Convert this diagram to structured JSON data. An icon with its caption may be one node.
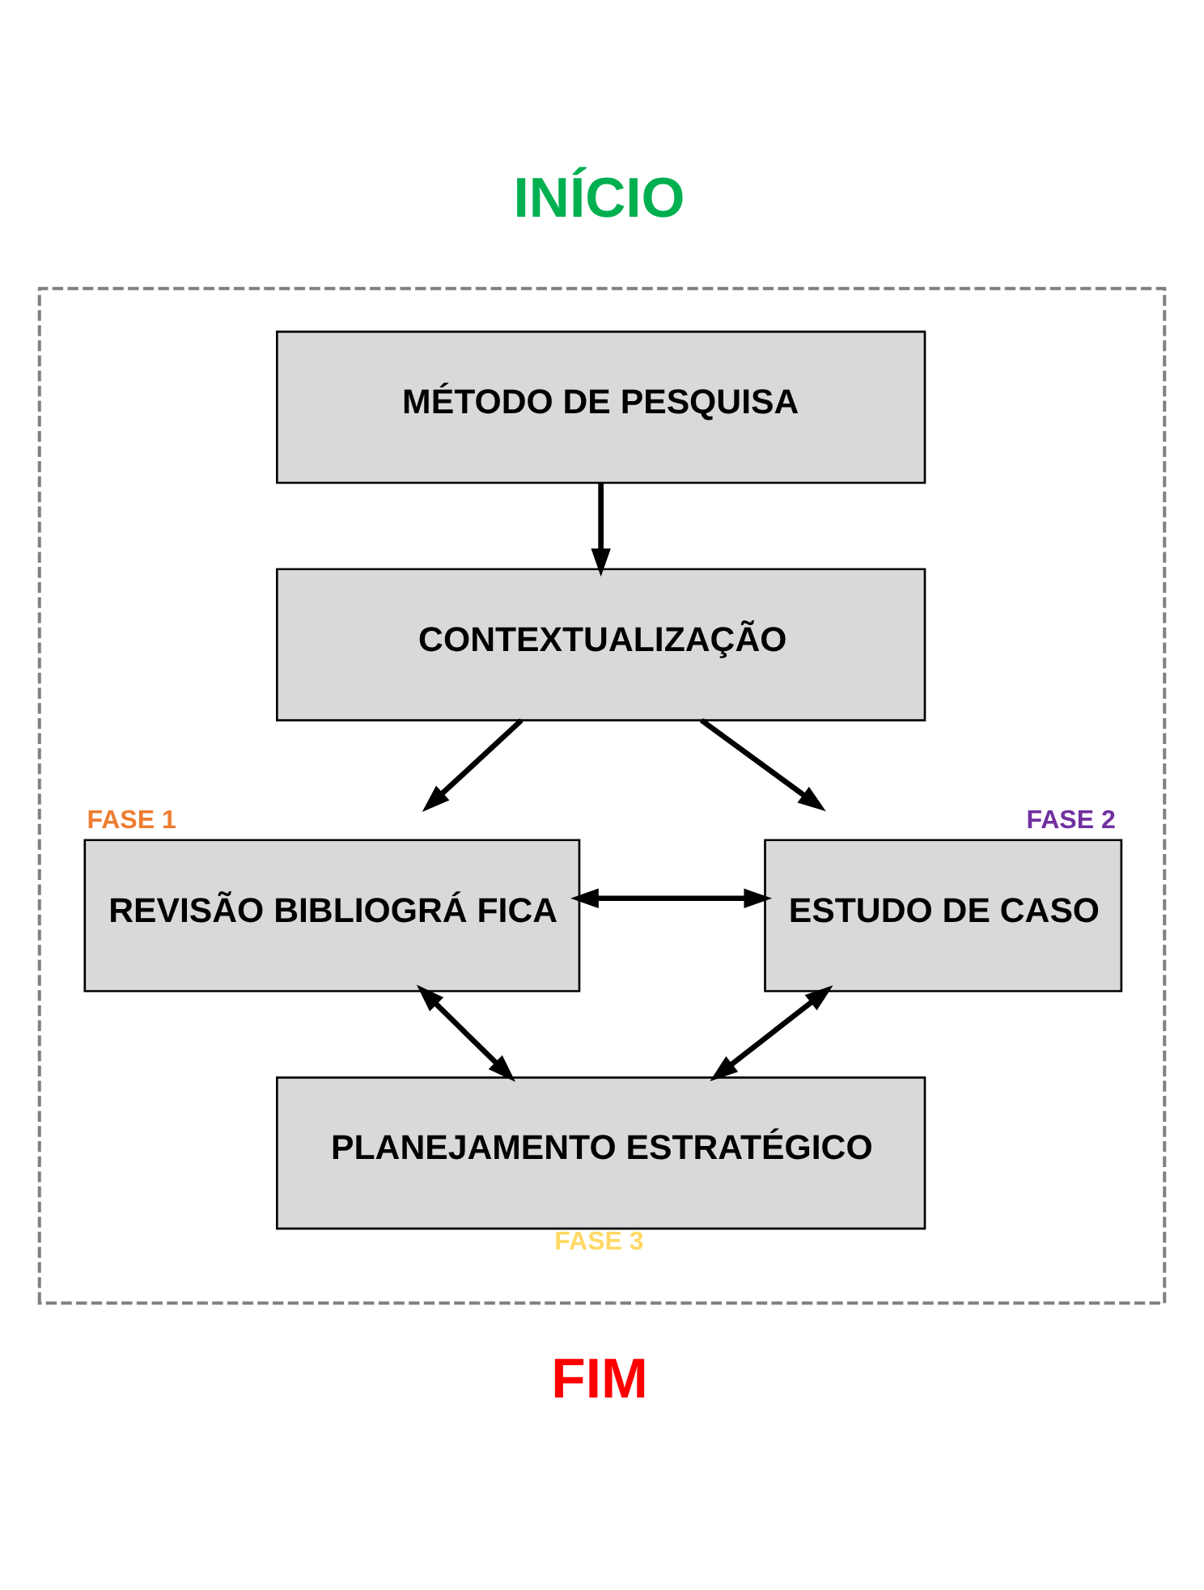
{
  "diagram": {
    "nodes": [
      {
        "text": [],
        "shape": "box"
      },
      {
        "text": [
          "MÉTODO DE PESQUISA"
        ],
        "in": 0
      },
      {
        "text": [
          "CONTEXTUALIZAÇÃO"
        ],
        "in": 0
      },
      {
        "text": [
          "REVISÃO BIBLIOGRÁ FICA"
        ],
        "in": 0,
        "beside": [
          "FASE 1"
        ]
      },
      {
        "text": [
          "ESTUDO DE CASO"
        ],
        "in": 0,
        "beside": [
          "FASE 2"
        ]
      },
      {
        "text": [
          "PLANEJAMENTO ESTRATÉGICO"
        ],
        "in": 0,
        "beside": [
          "FASE 3"
        ]
      }
    ],
    "edges": [
      {
        "from": 1,
        "to": 2,
        "arrow": "to"
      },
      {
        "from": 2,
        "to": 3,
        "arrow": "to"
      },
      {
        "from": 2,
        "to": 4,
        "arrow": "to"
      },
      {
        "from": 3,
        "to": 4,
        "arrow": "both"
      },
      {
        "from": 3,
        "to": 5,
        "arrow": "both"
      },
      {
        "from": 4,
        "to": 5,
        "arrow": "both"
      }
    ],
    "labels": [
      "INÍCIO",
      "FIM"
    ]
  }
}
